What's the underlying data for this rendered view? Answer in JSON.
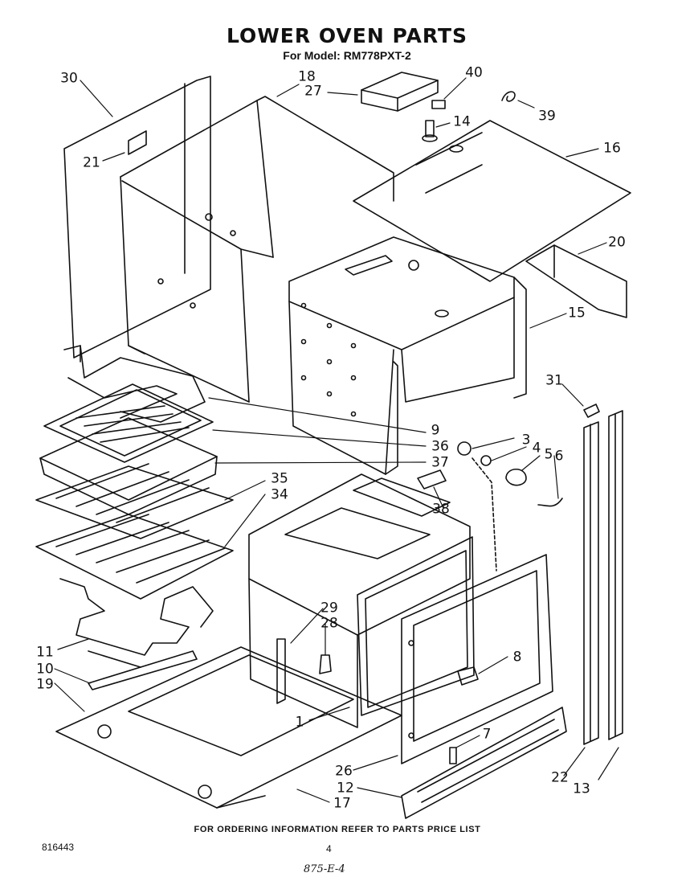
{
  "header": {
    "title": "LOWER OVEN PARTS",
    "model": "For Model: RM778PXT-2"
  },
  "callouts": [
    "30",
    "21",
    "18",
    "27",
    "40",
    "39",
    "14",
    "16",
    "20",
    "15",
    "31",
    "9",
    "36",
    "37",
    "35",
    "34",
    "3",
    "4",
    "5",
    "6",
    "38",
    "29",
    "28",
    "8",
    "11",
    "10",
    "19",
    "1",
    "7",
    "26",
    "12",
    "17",
    "22",
    "13"
  ],
  "footer": {
    "note": "FOR ORDERING INFORMATION REFER TO PARTS PRICE LIST",
    "doc_number": "816443",
    "page_number": "4",
    "handwritten": "875-E-4"
  }
}
